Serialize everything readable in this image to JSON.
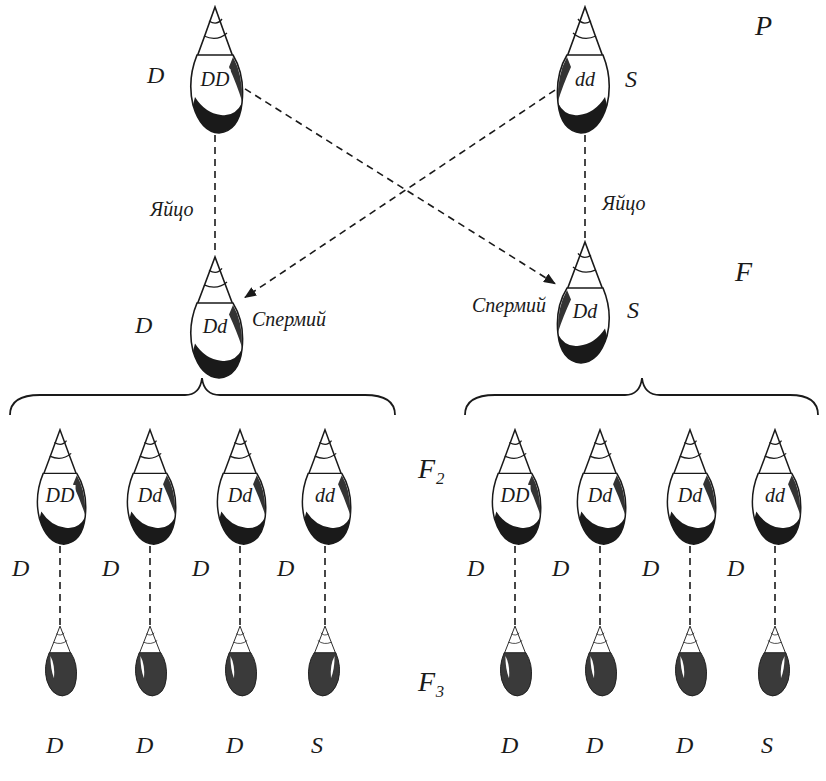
{
  "diagram": {
    "nodes": [
      {
        "text": [
          "D",
          "DD"
        ]
      },
      {
        "text": [
          "dd",
          "S"
        ]
      },
      {
        "text": [
          "D",
          "Dd"
        ]
      },
      {
        "text": [
          "Dd",
          "S"
        ]
      },
      {
        "text": [
          "DD",
          "D"
        ]
      },
      {
        "text": [
          "Dd",
          "D"
        ]
      },
      {
        "text": [
          "Dd",
          "D"
        ]
      },
      {
        "text": [
          "dd",
          "D"
        ]
      },
      {
        "text": [
          "DD",
          "D"
        ]
      },
      {
        "text": [
          "Dd",
          "D"
        ]
      },
      {
        "text": [
          "Dd",
          "D"
        ]
      },
      {
        "text": [
          "dd",
          "D"
        ]
      },
      {
        "text": [
          "D"
        ]
      },
      {
        "text": [
          "D"
        ]
      },
      {
        "text": [
          "D"
        ]
      },
      {
        "text": [
          "S"
        ]
      },
      {
        "text": [
          "D"
        ]
      },
      {
        "text": [
          "D"
        ]
      },
      {
        "text": [
          "D"
        ]
      },
      {
        "text": [
          "S"
        ]
      }
    ],
    "edges": [
      {
        "from": 0,
        "to": 2,
        "label": "Яйцо",
        "arrow": "none"
      },
      {
        "from": 1,
        "to": 2,
        "label": "Спермий",
        "arrow": "to"
      },
      {
        "from": 0,
        "to": 3,
        "label": "Спермий",
        "arrow": "to"
      },
      {
        "from": 1,
        "to": 3,
        "label": "Яйцо",
        "arrow": "none"
      },
      {
        "from": 4,
        "to": 12,
        "arrow": "none"
      },
      {
        "from": 5,
        "to": 13,
        "arrow": "none"
      },
      {
        "from": 6,
        "to": 14,
        "arrow": "none"
      },
      {
        "from": 7,
        "to": 15,
        "arrow": "none"
      },
      {
        "from": 8,
        "to": 16,
        "arrow": "none"
      },
      {
        "from": 9,
        "to": 17,
        "arrow": "none"
      },
      {
        "from": 10,
        "to": 18,
        "arrow": "none"
      },
      {
        "from": 11,
        "to": 19,
        "arrow": "none"
      }
    ],
    "labels": [
      "P",
      "F",
      "F₂",
      "F₃"
    ]
  }
}
